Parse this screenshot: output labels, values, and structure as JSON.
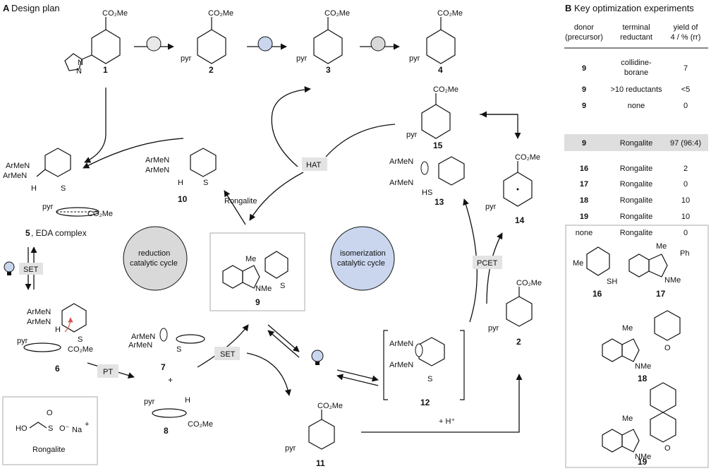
{
  "panels": {
    "a_letter": "A",
    "a_title": "Design plan",
    "b_letter": "B",
    "b_title": "Key optimization experiments"
  },
  "compounds": {
    "c1": "1",
    "c2": "2",
    "c3": "3",
    "c4": "4",
    "c5": "5",
    "c5_suffix": ", EDA complex",
    "c6": "6",
    "c7": "7",
    "c8": "8",
    "c9": "9",
    "c10": "10",
    "c11": "11",
    "c12": "12",
    "c13": "13",
    "c14": "14",
    "c15": "15",
    "c2b": "2",
    "plus": "+"
  },
  "groups": {
    "co2me": "CO₂Me",
    "pyr": "pyr",
    "armen": "ArMeN",
    "h": "H",
    "s": "S",
    "hs": "HS",
    "me": "Me",
    "nme": "NMe",
    "hplus": "+ H⁺",
    "oh": "HO",
    "na": "Na",
    "o": "O"
  },
  "labels": {
    "hat": "HAT",
    "set1": "SET",
    "set2": "SET",
    "pt": "PT",
    "pcet": "PCET",
    "rongalite_arrow": "Rongalite",
    "rongalite_box": "Rongalite",
    "reduction_line1": "reduction",
    "reduction_line2": "catalytic cycle",
    "isomerization_line1": "isomerization",
    "isomerization_line2": "catalytic cycle"
  },
  "colors": {
    "reduction_cycle": "#d9d9d9",
    "isomerization_cycle": "#c9d6ee",
    "highlight_row": "#dedede",
    "label_box": "#e3e3e3",
    "red_arrow": "#d9534f"
  },
  "table": {
    "headers": [
      [
        "donor",
        "(precursor)"
      ],
      [
        "terminal",
        "reductant"
      ],
      [
        "yield of",
        "4 / % (rr)"
      ]
    ],
    "rows": [
      {
        "donor": "9",
        "reductant": "collidine-",
        "reductant2": "borane",
        "yield": "7",
        "highlight": false
      },
      {
        "donor": "9",
        "reductant": ">10 reductants",
        "reductant2": "",
        "yield": "<5",
        "highlight": false
      },
      {
        "donor": "9",
        "reductant": "none",
        "reductant2": "",
        "yield": "0",
        "highlight": false
      },
      {
        "donor": "9",
        "reductant": "Rongalite",
        "reductant2": "",
        "yield": "97 (96:4)",
        "highlight": true
      },
      {
        "donor": "16",
        "reductant": "Rongalite",
        "reductant2": "",
        "yield": "2",
        "highlight": false
      },
      {
        "donor": "17",
        "reductant": "Rongalite",
        "reductant2": "",
        "yield": "0",
        "highlight": false
      },
      {
        "donor": "18",
        "reductant": "Rongalite",
        "reductant2": "",
        "yield": "10",
        "highlight": false
      },
      {
        "donor": "19",
        "reductant": "Rongalite",
        "reductant2": "",
        "yield": "10",
        "highlight": false
      },
      {
        "donor": "none",
        "reductant": "Rongalite",
        "reductant2": "",
        "yield": "0",
        "highlight": false
      }
    ]
  },
  "donors": {
    "d16": "16",
    "d17": "17",
    "d18": "18",
    "d19": "19",
    "ph": "Ph",
    "sh": "SH"
  }
}
